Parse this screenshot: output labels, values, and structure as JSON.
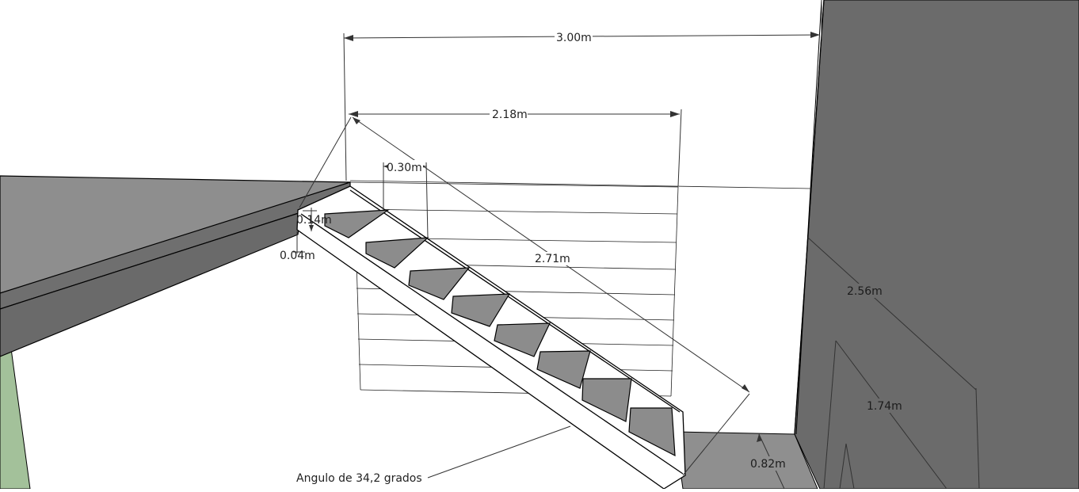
{
  "dimensions": {
    "total_width": "3.00m",
    "run_length": "2.18m",
    "tread_depth": "0.30m",
    "riser_height": "0.14m",
    "offset": "0.04m",
    "diagonal_length": "2.71m",
    "wall_height": "2.56m",
    "lower_height": "1.74m",
    "floor_height": "0.82m"
  },
  "annotation": "Angulo de 34,2 grados",
  "colors": {
    "background": "#ffffff",
    "wall_right": "#6b6b6b",
    "slab_top": "#8e8e8e",
    "slab_side": "#6f6f6f",
    "tread": "#8c8c8c",
    "floor": "#8f8f8f",
    "green_post": "#a3c19a"
  }
}
